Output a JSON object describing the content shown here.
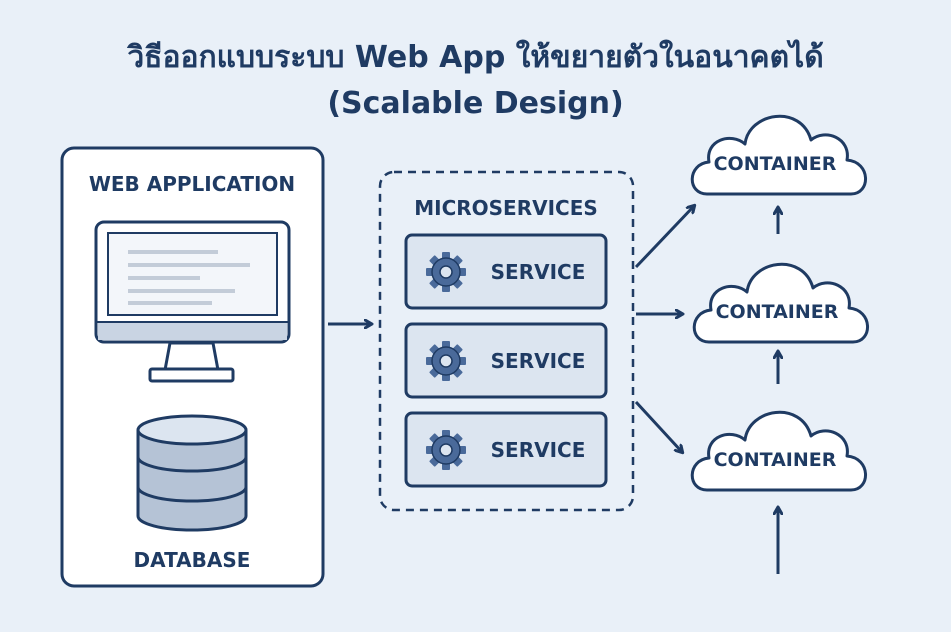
{
  "title": {
    "line1": "วิธีออกแบบระบบ Web App ให้ขยายตัวในอนาคตได้",
    "line2": "(Scalable Design)"
  },
  "web_app": {
    "label": "WEB APPLICATION",
    "database_label": "DATABASE"
  },
  "microservices": {
    "label": "MICROSERVICES",
    "services": [
      "SERVICE",
      "SERVICE",
      "SERVICE"
    ]
  },
  "containers": [
    "CONTAINER",
    "CONTAINER",
    "CONTAINER"
  ],
  "colors": {
    "background": "#e9f0f8",
    "navy": "#1f3b63",
    "panel": "#ffffff",
    "service_fill": "#dce5f0",
    "gear": "#4a6a9a"
  }
}
